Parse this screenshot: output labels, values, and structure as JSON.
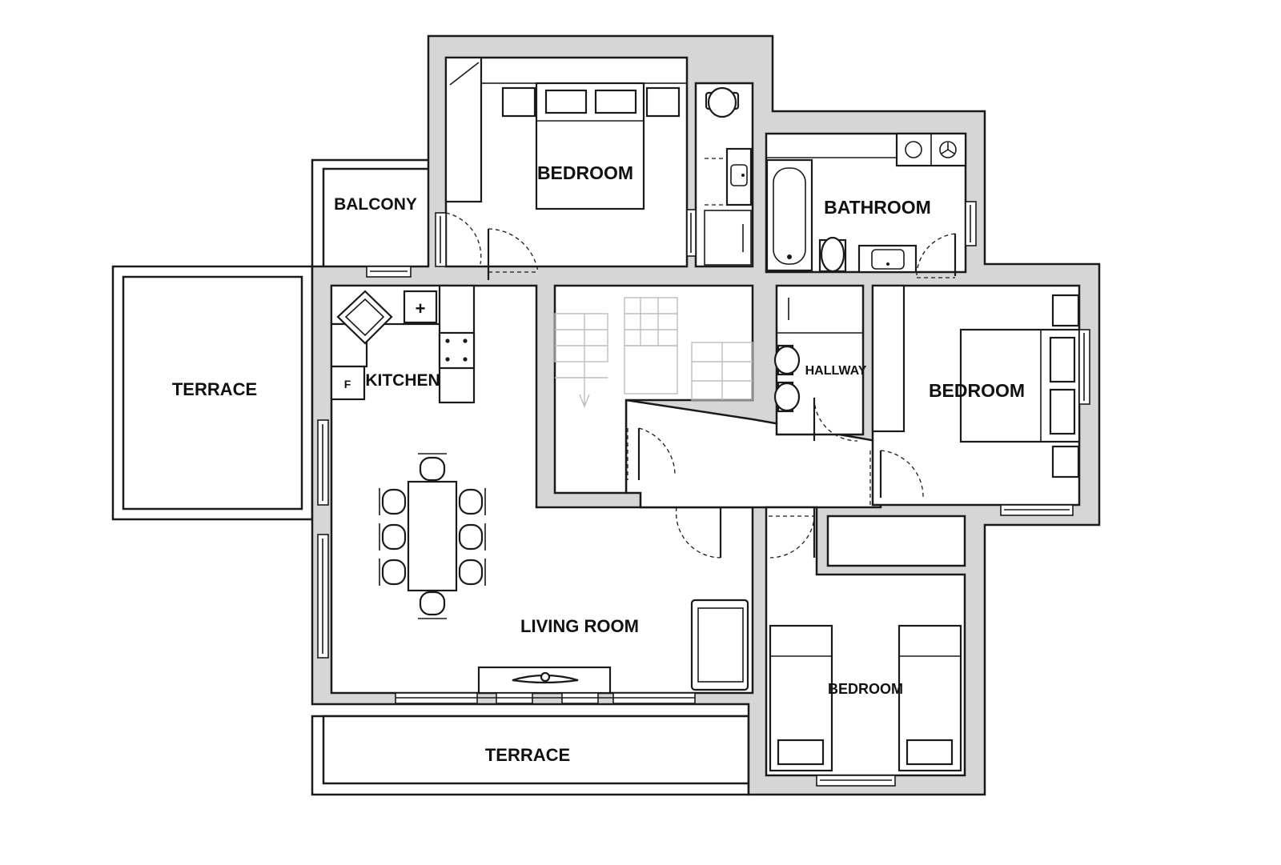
{
  "rooms": {
    "bedroom_top": "BEDROOM",
    "balcony": "BALCONY",
    "bathroom": "BATHROOM",
    "terrace_left": "TERRACE",
    "kitchen": "KITCHEN",
    "hallway": "HALLWAY",
    "bedroom_right": "BEDROOM",
    "living_room": "LIVING ROOM",
    "bedroom_bottom": "BEDROOM",
    "terrace_bottom": "TERRACE"
  },
  "fixtures": {
    "fridge_letter": "F",
    "sink_symbol": "+"
  },
  "colors": {
    "wall_fill": "#d6d6d6",
    "line": "#1a1a1a",
    "background": "#ffffff"
  },
  "icons": [
    "bed-icon",
    "toilet-icon",
    "sink-icon",
    "bathtub-icon",
    "stove-icon",
    "dining-table-icon",
    "sofa-icon",
    "stairs-icon",
    "door-icon",
    "window-icon"
  ]
}
